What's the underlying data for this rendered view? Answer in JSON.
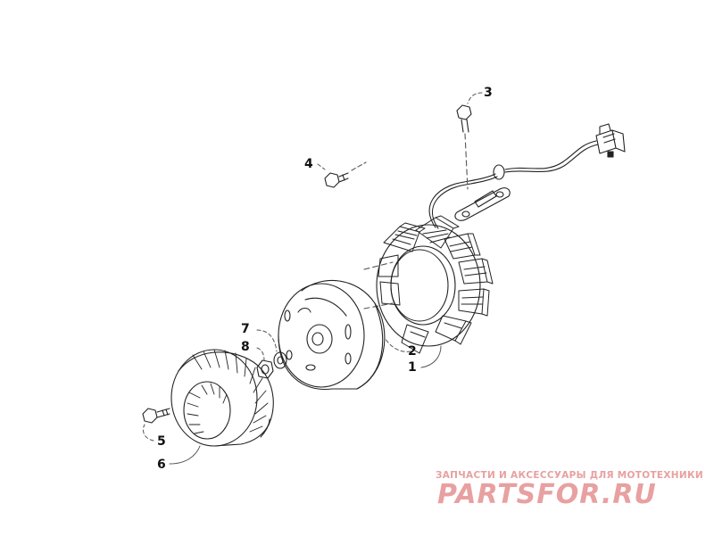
{
  "callouts": [
    "1",
    "2",
    "3",
    "4",
    "5",
    "6",
    "7",
    "8"
  ],
  "watermark": {
    "tagline": "ЗАПЧАСТИ И АКСЕССУАРЫ ДЛЯ МОТОТЕХНИКИ",
    "logo": "PARTSFOR.RU",
    "color": "#e8a0a0"
  },
  "colors": {
    "line": "#222222",
    "dash": "#555555"
  }
}
